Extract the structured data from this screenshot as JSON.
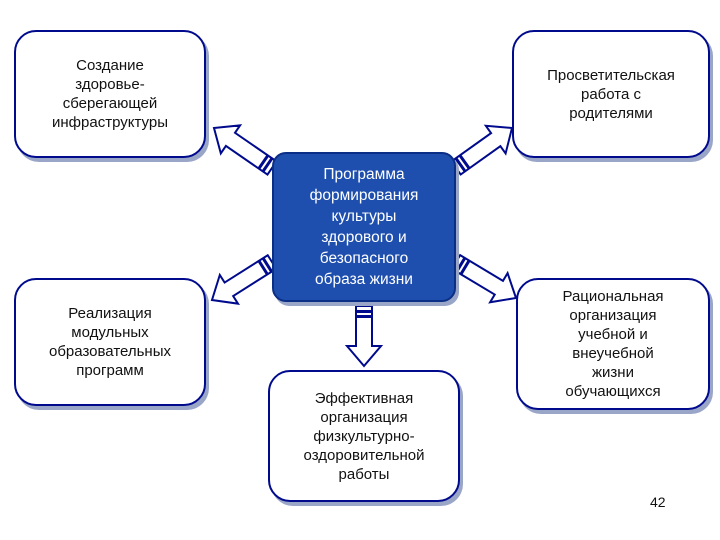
{
  "center": {
    "text": "Программа\nформирования\nкультуры\nздорового и\nбезопасного\nобраза жизни"
  },
  "nodes": {
    "top_left": "Создание\nздоровье-\nсберегающей\nинфраструктуры",
    "top_right": "Просветительская\nработа с\nродителями",
    "mid_left": "Реализация\nмодульных\nобразовательных\nпрограмм",
    "bottom_center": "Эффективная\nорганизация\nфизкультурно-\nоздоровительной\nработы",
    "mid_right": "Рациональная\nорганизация\nучебной и\nвнеучебной\nжизни\nобучающихся"
  },
  "page_number": "42",
  "colors": {
    "center_fill": "#1f4fae",
    "border": "#000a8c",
    "arrow_stroke": "#000a8c",
    "shadow": "#9aa6c8"
  }
}
